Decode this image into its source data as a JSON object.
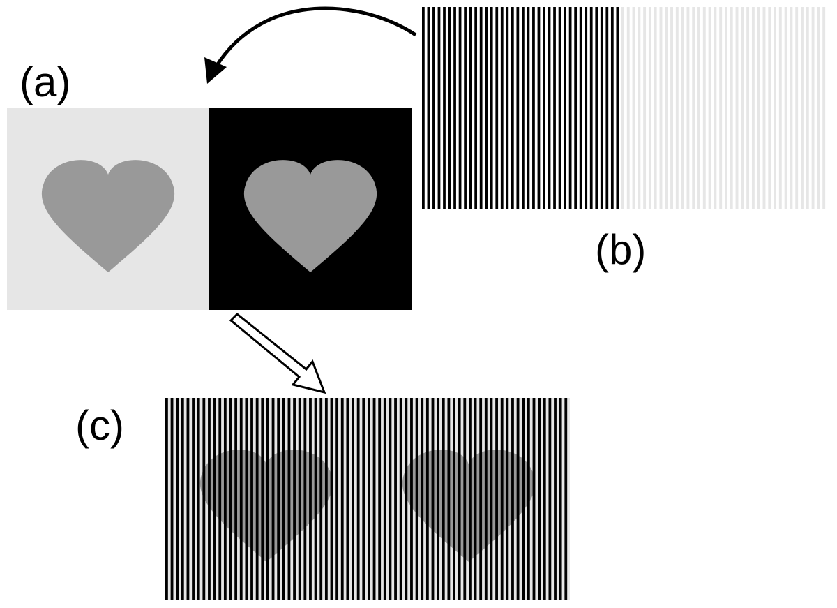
{
  "labels": {
    "a": "(a)",
    "b": "(b)",
    "c": "(c)"
  },
  "colors": {
    "background": "#ffffff",
    "light_gray": "#e6e6e6",
    "black": "#000000",
    "heart_gray": "#999999"
  },
  "panel_b": {
    "stripe_count_left": 38,
    "stripe_count_right": 38
  },
  "panel_c": {
    "stripe_count": 76
  }
}
